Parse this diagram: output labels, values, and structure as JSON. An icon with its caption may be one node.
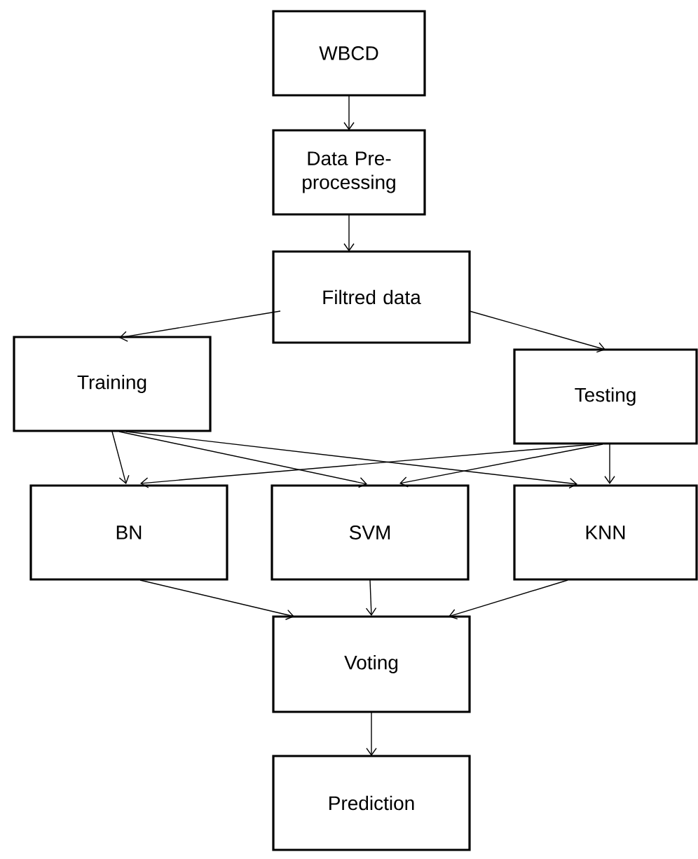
{
  "diagram": {
    "nodes": [
      {
        "text": [
          "WBCD"
        ]
      },
      {
        "text": [
          "Data Pre-processing"
        ]
      },
      {
        "text": [
          "Filtred data"
        ]
      },
      {
        "text": [
          "Training"
        ]
      },
      {
        "text": [
          "Testing"
        ]
      },
      {
        "text": [
          "BN"
        ]
      },
      {
        "text": [
          "SVM"
        ]
      },
      {
        "text": [
          "KNN"
        ]
      },
      {
        "text": [
          "Voting"
        ]
      },
      {
        "text": [
          "Prediction"
        ]
      }
    ],
    "edges": [
      {
        "from": 0,
        "to": 1,
        "arrow": "to"
      },
      {
        "from": 1,
        "to": 2,
        "arrow": "to"
      },
      {
        "from": 2,
        "to": 3,
        "arrow": "to"
      },
      {
        "from": 2,
        "to": 4,
        "arrow": "to"
      },
      {
        "from": 3,
        "to": 5,
        "arrow": "to"
      },
      {
        "from": 3,
        "to": 6,
        "arrow": "to"
      },
      {
        "from": 3,
        "to": 7,
        "arrow": "to"
      },
      {
        "from": 4,
        "to": 5,
        "arrow": "to"
      },
      {
        "from": 4,
        "to": 6,
        "arrow": "to"
      },
      {
        "from": 4,
        "to": 7,
        "arrow": "to"
      },
      {
        "from": 5,
        "to": 8,
        "arrow": "to"
      },
      {
        "from": 6,
        "to": 8,
        "arrow": "to"
      },
      {
        "from": 7,
        "to": 8,
        "arrow": "to"
      },
      {
        "from": 8,
        "to": 9,
        "arrow": "to"
      }
    ]
  }
}
